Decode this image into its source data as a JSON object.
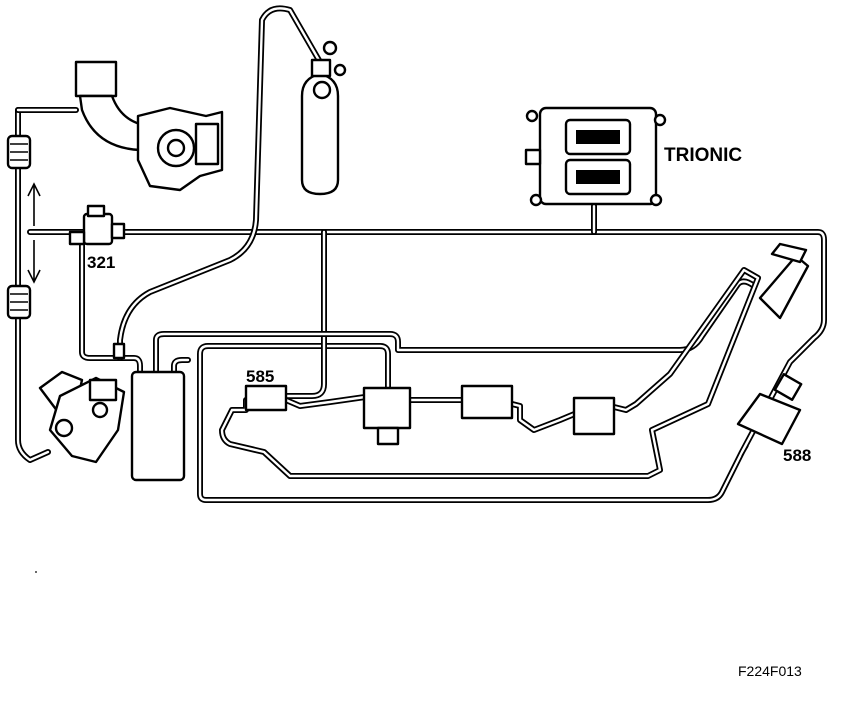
{
  "labels": {
    "ecu": "TRIONIC",
    "valve_321": "321",
    "part_585": "585",
    "part_588": "588",
    "figure_code": "F224F013"
  },
  "colors": {
    "line": "#000000",
    "background": "#ffffff"
  },
  "icons": {
    "ecu": "ecu-module-icon",
    "gas_cylinder": "gas-cylinder-icon",
    "turbocharger": "turbocharger-icon",
    "valve": "solenoid-valve-icon",
    "throttle": "throttle-body-icon",
    "canister": "canister-icon",
    "arrows": "double-arrow-icon"
  }
}
